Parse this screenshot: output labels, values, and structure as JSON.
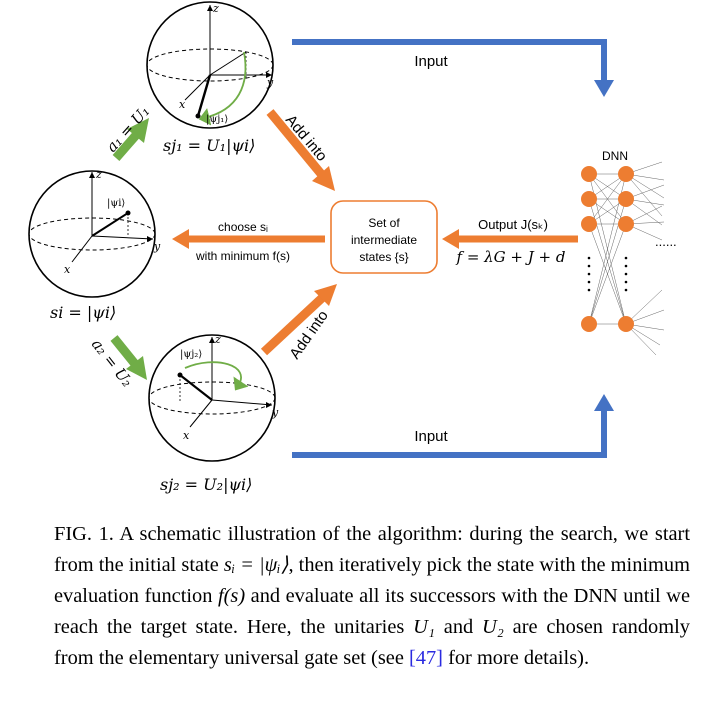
{
  "figure": {
    "spheres": {
      "top": {
        "axis_z": "z",
        "axis_y": "y",
        "axis_x": "x",
        "ket": "|ψj₁⟩",
        "label": "sj₁ = U₁|ψi⟩"
      },
      "middle": {
        "axis_z": "z",
        "axis_y": "y",
        "axis_x": "x",
        "ket": "|ψi⟩",
        "label": "si = |ψi⟩"
      },
      "bottom": {
        "axis_z": "z",
        "axis_y": "y",
        "axis_x": "x",
        "ket": "|ψj₂⟩",
        "label": "sj₂ = U₂|ψi⟩"
      }
    },
    "action_top": "a₁ = U₁",
    "action_bottom": "a₂ = U₂",
    "add_into_top": "Add into",
    "add_into_bottom": "Add into",
    "input_top": "Input",
    "input_bottom": "Input",
    "box_lines": [
      "Set of",
      "intermediate",
      "states {s}"
    ],
    "choose_line1": "choose sᵢ",
    "choose_line2": "with minimum f(s)",
    "output_label": "Output J(sₖ)",
    "formula": "f = λG + J + d",
    "dnn_label": "DNN",
    "dnn_ellipsis": "......",
    "colors": {
      "blue": "#4472c4",
      "orange": "#ed7d31",
      "green": "#70ad47"
    }
  },
  "caption": {
    "prefix": "FIG. 1. A schematic illustration of the algorithm: during the search, we start from the initial state ",
    "state_expr": "sᵢ = |ψᵢ⟩",
    "middle": ", then iteratively pick the state with the minimum evaluation function ",
    "func_expr": "f(s)",
    "after_func": " and evaluate all its successors with the DNN until we reach the target state. Here, the unitaries ",
    "u1": "U₁",
    "and": " and ",
    "u2": "U₂",
    "after_u": " are chosen randomly from the elementary universal gate set (see ",
    "ref": "[47]",
    "suffix": " for more details)."
  }
}
